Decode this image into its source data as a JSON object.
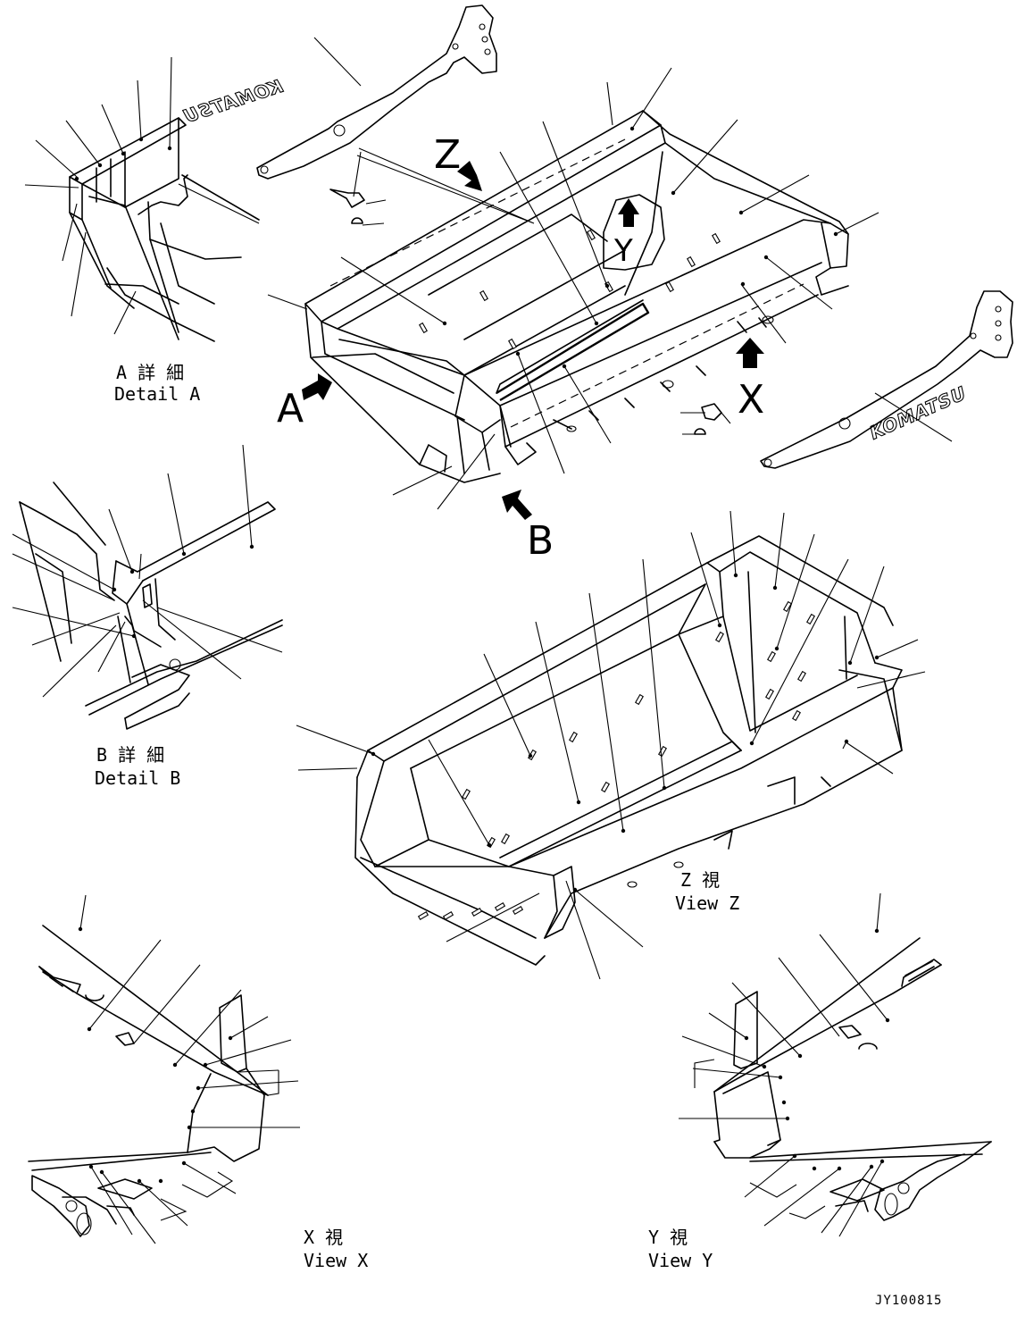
{
  "detail_a": {
    "jp": "A 詳 細",
    "en": "Detail A"
  },
  "detail_b": {
    "jp": "B 詳 細",
    "en": "Detail B"
  },
  "view_z": {
    "jp": "Z 視",
    "en": "View Z"
  },
  "view_x": {
    "jp": "X 視",
    "en": "View X"
  },
  "view_y": {
    "jp": "Y 視",
    "en": "View Y"
  },
  "markers": {
    "a": "A",
    "b": "B",
    "x": "X",
    "y": "Y",
    "z": "Z"
  },
  "decals": {
    "logo": "KOMATSU",
    "logo_mirrored": "KOMATSU"
  },
  "drawing_code": "JY100815"
}
